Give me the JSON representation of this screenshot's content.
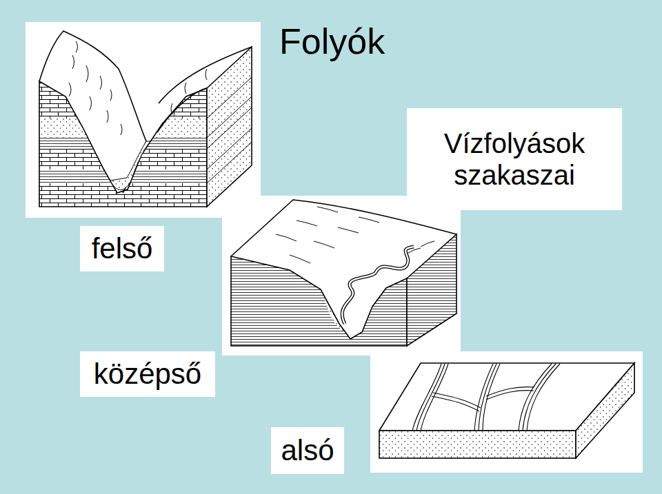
{
  "diagram": {
    "title": "Folyók",
    "nodes": [
      {
        "text": [
          "Vízfolyások szakaszai"
        ]
      },
      {
        "text": [
          "felső"
        ]
      },
      {
        "text": [
          "középső"
        ]
      },
      {
        "text": [
          "alsó"
        ]
      }
    ]
  }
}
